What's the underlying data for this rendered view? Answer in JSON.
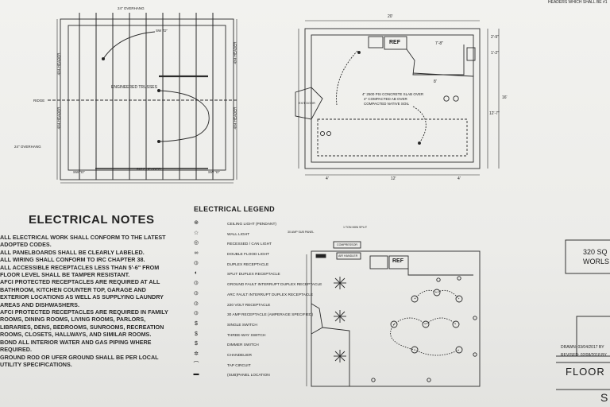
{
  "roof_plan": {
    "overhang_top": "24\" OVERHANG",
    "overhang_left": "24\" OVERHANG",
    "ridge": "RIDGE",
    "header_left_a": "4X4 HEADER",
    "header_left_b": "4X4 HEADER",
    "header_right_a": "4X4 HEADER",
    "header_right_b": "4X4 HEADER",
    "trusses": "ENGINEERED TRUSSES",
    "sw_top": "SW \"D\"",
    "sw_bottom_left": "SW \"D\"",
    "sw_bottom_right": "SW \"D\"",
    "bottom_header": "6X12 HEADER"
  },
  "floor_plan": {
    "width_dim": "20'",
    "ref": "REF",
    "slab_note_1": "4\" 2500 PSI CONCRETE SLAB OVER",
    "slab_note_2": "4\" COMPACTED AB OVER",
    "slab_note_3": "COMPACTED NATIVE SOIL",
    "left_label": "EXIT DOOR",
    "dim_right_a": "2'-9\"",
    "dim_right_b": "1'-2\"",
    "dim_right_c": "16'",
    "dim_right_d": "12'-7\"",
    "dim_bottom_a": "4'",
    "dim_bottom_b": "12'",
    "dim_bottom_c": "4'",
    "dim_inner_a": "7'-8\"",
    "dim_inner_b": "8'"
  },
  "electrical_plan": {
    "sub_panel": "30 AMP SUB PANEL",
    "ton_split": "1 TON MINI SPLIT",
    "compressor": "COMPRESSOR",
    "air_handler": "AIR HANDLER",
    "ref": "REF"
  },
  "electrical_notes": {
    "title": "ELECTRICAL NOTES",
    "lines": [
      "ALL ELECTRICAL WORK SHALL CONFORM TO THE LATEST",
      "ADOPTED CODES.",
      "ALL PANELBOARDS SHALL BE CLEARLY LABELED.",
      "ALL WIRING SHALL CONFORM TO IRC CHAPTER 38.",
      "ALL ACCESSIBLE RECEPTACLES LESS THAN 5'-6\" FROM",
      "FLOOR LEVEL SHALL BE TAMPER RESISTANT.",
      "AFCI PROTECTED RECEPTACLES ARE REQUIRED AT ALL",
      "BATHROOM, KITCHEN COUNTER TOP, GARAGE AND",
      "EXTERIOR LOCATIONS AS WELL AS SUPPLYING LAUNDRY",
      "AREAS AND DISHWASHERS.",
      "AFCI PROTECTED RECEPTACLES ARE REQUIRED IN FAMILY",
      "ROOMS, DINING ROOMS, LIVING ROOMS, PARLORS,",
      "LIBRARIES, DENS, BEDROOMS, SUNROOMS, RECREATION",
      "ROOMS, CLOSETS, HALLWAYS, AND SIMILAR ROOMS.",
      "BOND ALL INTERIOR WATER AND GAS PIPING WHERE",
      "REQUIRED.",
      "GROUND ROD OR UFER GROUND SHALL BE PER LOCAL",
      "UTILITY SPECIFICATIONS."
    ]
  },
  "electrical_legend": {
    "title": "ELECTRICAL LEGEND",
    "items": [
      {
        "symbol": "⊕",
        "label": "CEILING LIGHT (PENDANT)"
      },
      {
        "symbol": "☆",
        "label": "WALL LIGHT"
      },
      {
        "symbol": "◎",
        "label": "RECESSED / CAN LIGHT"
      },
      {
        "symbol": "∞",
        "label": "DOUBLE FLOOD LIGHT"
      },
      {
        "symbol": "⦶",
        "label": "DUPLEX RECEPTACLE"
      },
      {
        "symbol": "◐",
        "label": "SPLIT DUPLEX RECEPTACLE"
      },
      {
        "symbol": "⦶",
        "label": "GROUND FAULT INTERRUPT DUPLEX RECEPTACLE"
      },
      {
        "symbol": "⦶",
        "label": "ARC FAULT INTERRUPT DUPLEX RECEPTACLE"
      },
      {
        "symbol": "⦶",
        "label": "220 VOLT RECEPTACLE"
      },
      {
        "symbol": "⦶",
        "label": "30 AMP RECEPTACLE (AMPERAGE SPECIFIED)"
      },
      {
        "symbol": "$",
        "label": "SINGLE SWITCH"
      },
      {
        "symbol": "$",
        "label": "THREE-WAY SWITCH"
      },
      {
        "symbol": "$",
        "label": "DIMMER SWITCH"
      },
      {
        "symbol": "✲",
        "label": "CHANDELIER"
      },
      {
        "symbol": "⌒",
        "label": "TAP CIRCUIT"
      },
      {
        "symbol": "▬",
        "label": "(SUB)PANEL LOCATION"
      }
    ]
  },
  "title_block": {
    "top_note": "HEADERS WHICH SHALL BE #1",
    "area_1": "320 SQ",
    "area_2": "WORLS",
    "drawn": "DRAWN: 03/04/2017  BY",
    "revised": "REVISED: 02/08/2018  BY",
    "sheet_title": "FLOOR",
    "sheet_letter": "S"
  }
}
